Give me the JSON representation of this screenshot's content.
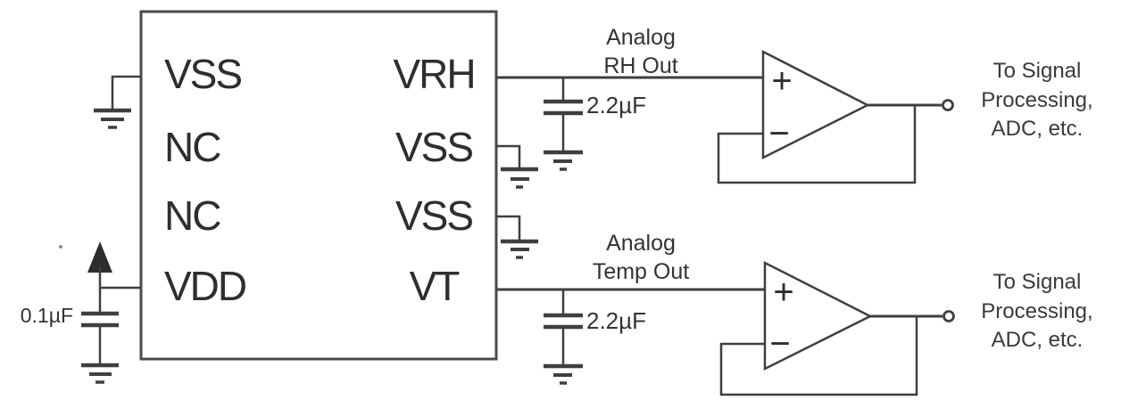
{
  "schematic": {
    "ic": {
      "left_pins": [
        "VSS",
        "NC",
        "NC",
        "VDD"
      ],
      "right_pins": [
        "VRH",
        "VSS",
        "VSS",
        "VT"
      ]
    },
    "capacitors": {
      "supply_value": "0.1µF",
      "rh_filter_value": "2.2µF",
      "temp_filter_value": "2.2µF"
    },
    "net_labels": {
      "rh": {
        "line1": "Analog",
        "line2": "RH Out"
      },
      "temp": {
        "line1": "Analog",
        "line2": "Temp Out"
      }
    },
    "opamps": {
      "rh": {
        "plus": "+",
        "minus": "−"
      },
      "temp": {
        "plus": "+",
        "minus": "−"
      }
    },
    "outputs": {
      "rh": {
        "line1": "To Signal",
        "line2": "Processing,",
        "line3": "ADC, etc."
      },
      "temp": {
        "line1": "To Signal",
        "line2": "Processing,",
        "line3": "ADC, etc."
      }
    },
    "colors": {
      "line": "#3f3f3f",
      "text": "#2d2d2d",
      "background": "#ffffff"
    }
  }
}
